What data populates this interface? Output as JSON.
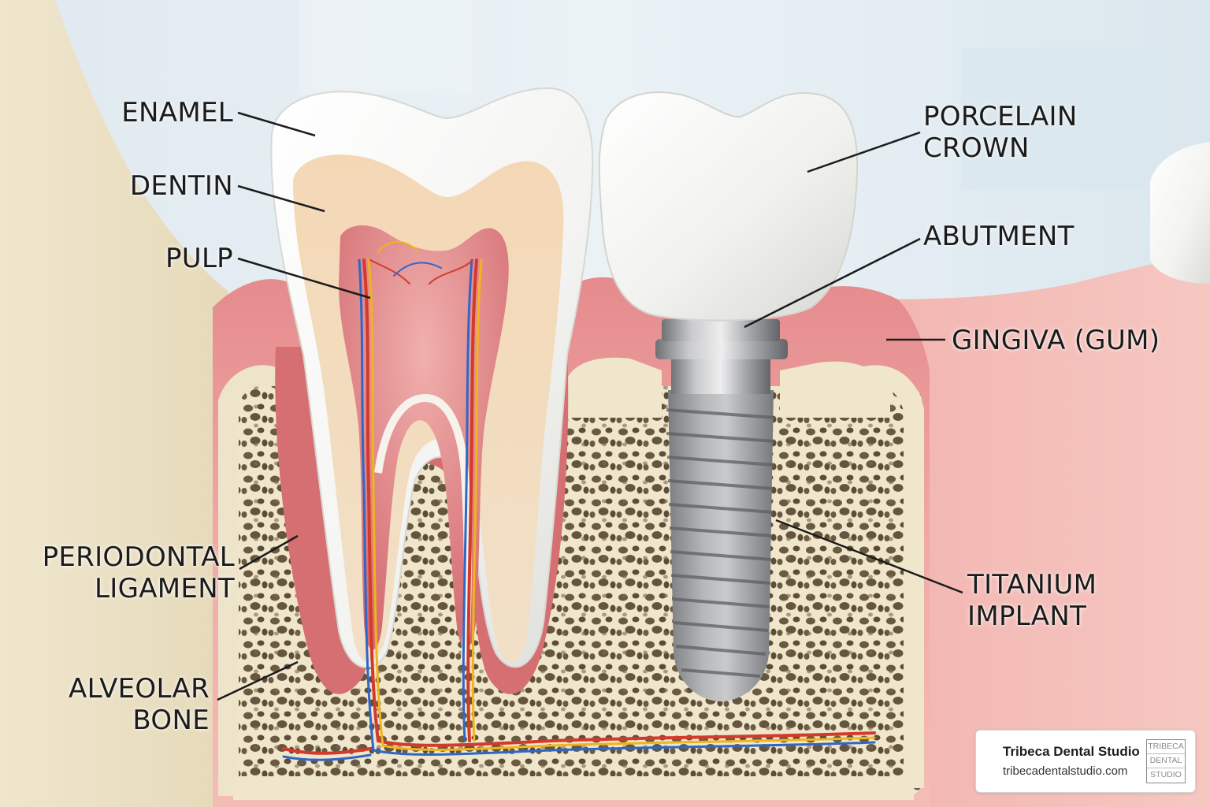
{
  "labels": {
    "enamel": "ENAMEL",
    "dentin": "DENTIN",
    "pulp": "PULP",
    "periodontal_ligament": [
      "PERIODONTAL",
      "LIGAMENT"
    ],
    "alveolar_bone": [
      "ALVEOLAR",
      "BONE"
    ],
    "porcelain_crown": [
      "PORCELAIN",
      "CROWN"
    ],
    "abutment": "ABUTMENT",
    "gingiva": "GINGIVA (GUM)",
    "titanium_implant": [
      "TITANIUM",
      "IMPLANT"
    ]
  },
  "brand": {
    "name": "Tribeca Dental Studio",
    "url": "tribecadentalstudio.com",
    "logo_lines": [
      "TRIBECA",
      "DENTAL",
      "STUDIO"
    ]
  },
  "colors": {
    "enamel": "#f6f6f4",
    "dentin": "#f2d3ad",
    "pulp": "#d9767a",
    "gum": "#e79a9a",
    "bone": "#ede3c8",
    "bone_pore": "#5f4f3a",
    "titanium": "#a8a9ac",
    "artery": "#d33a2c",
    "vein": "#2f67c7",
    "nerve": "#f0b41c"
  }
}
